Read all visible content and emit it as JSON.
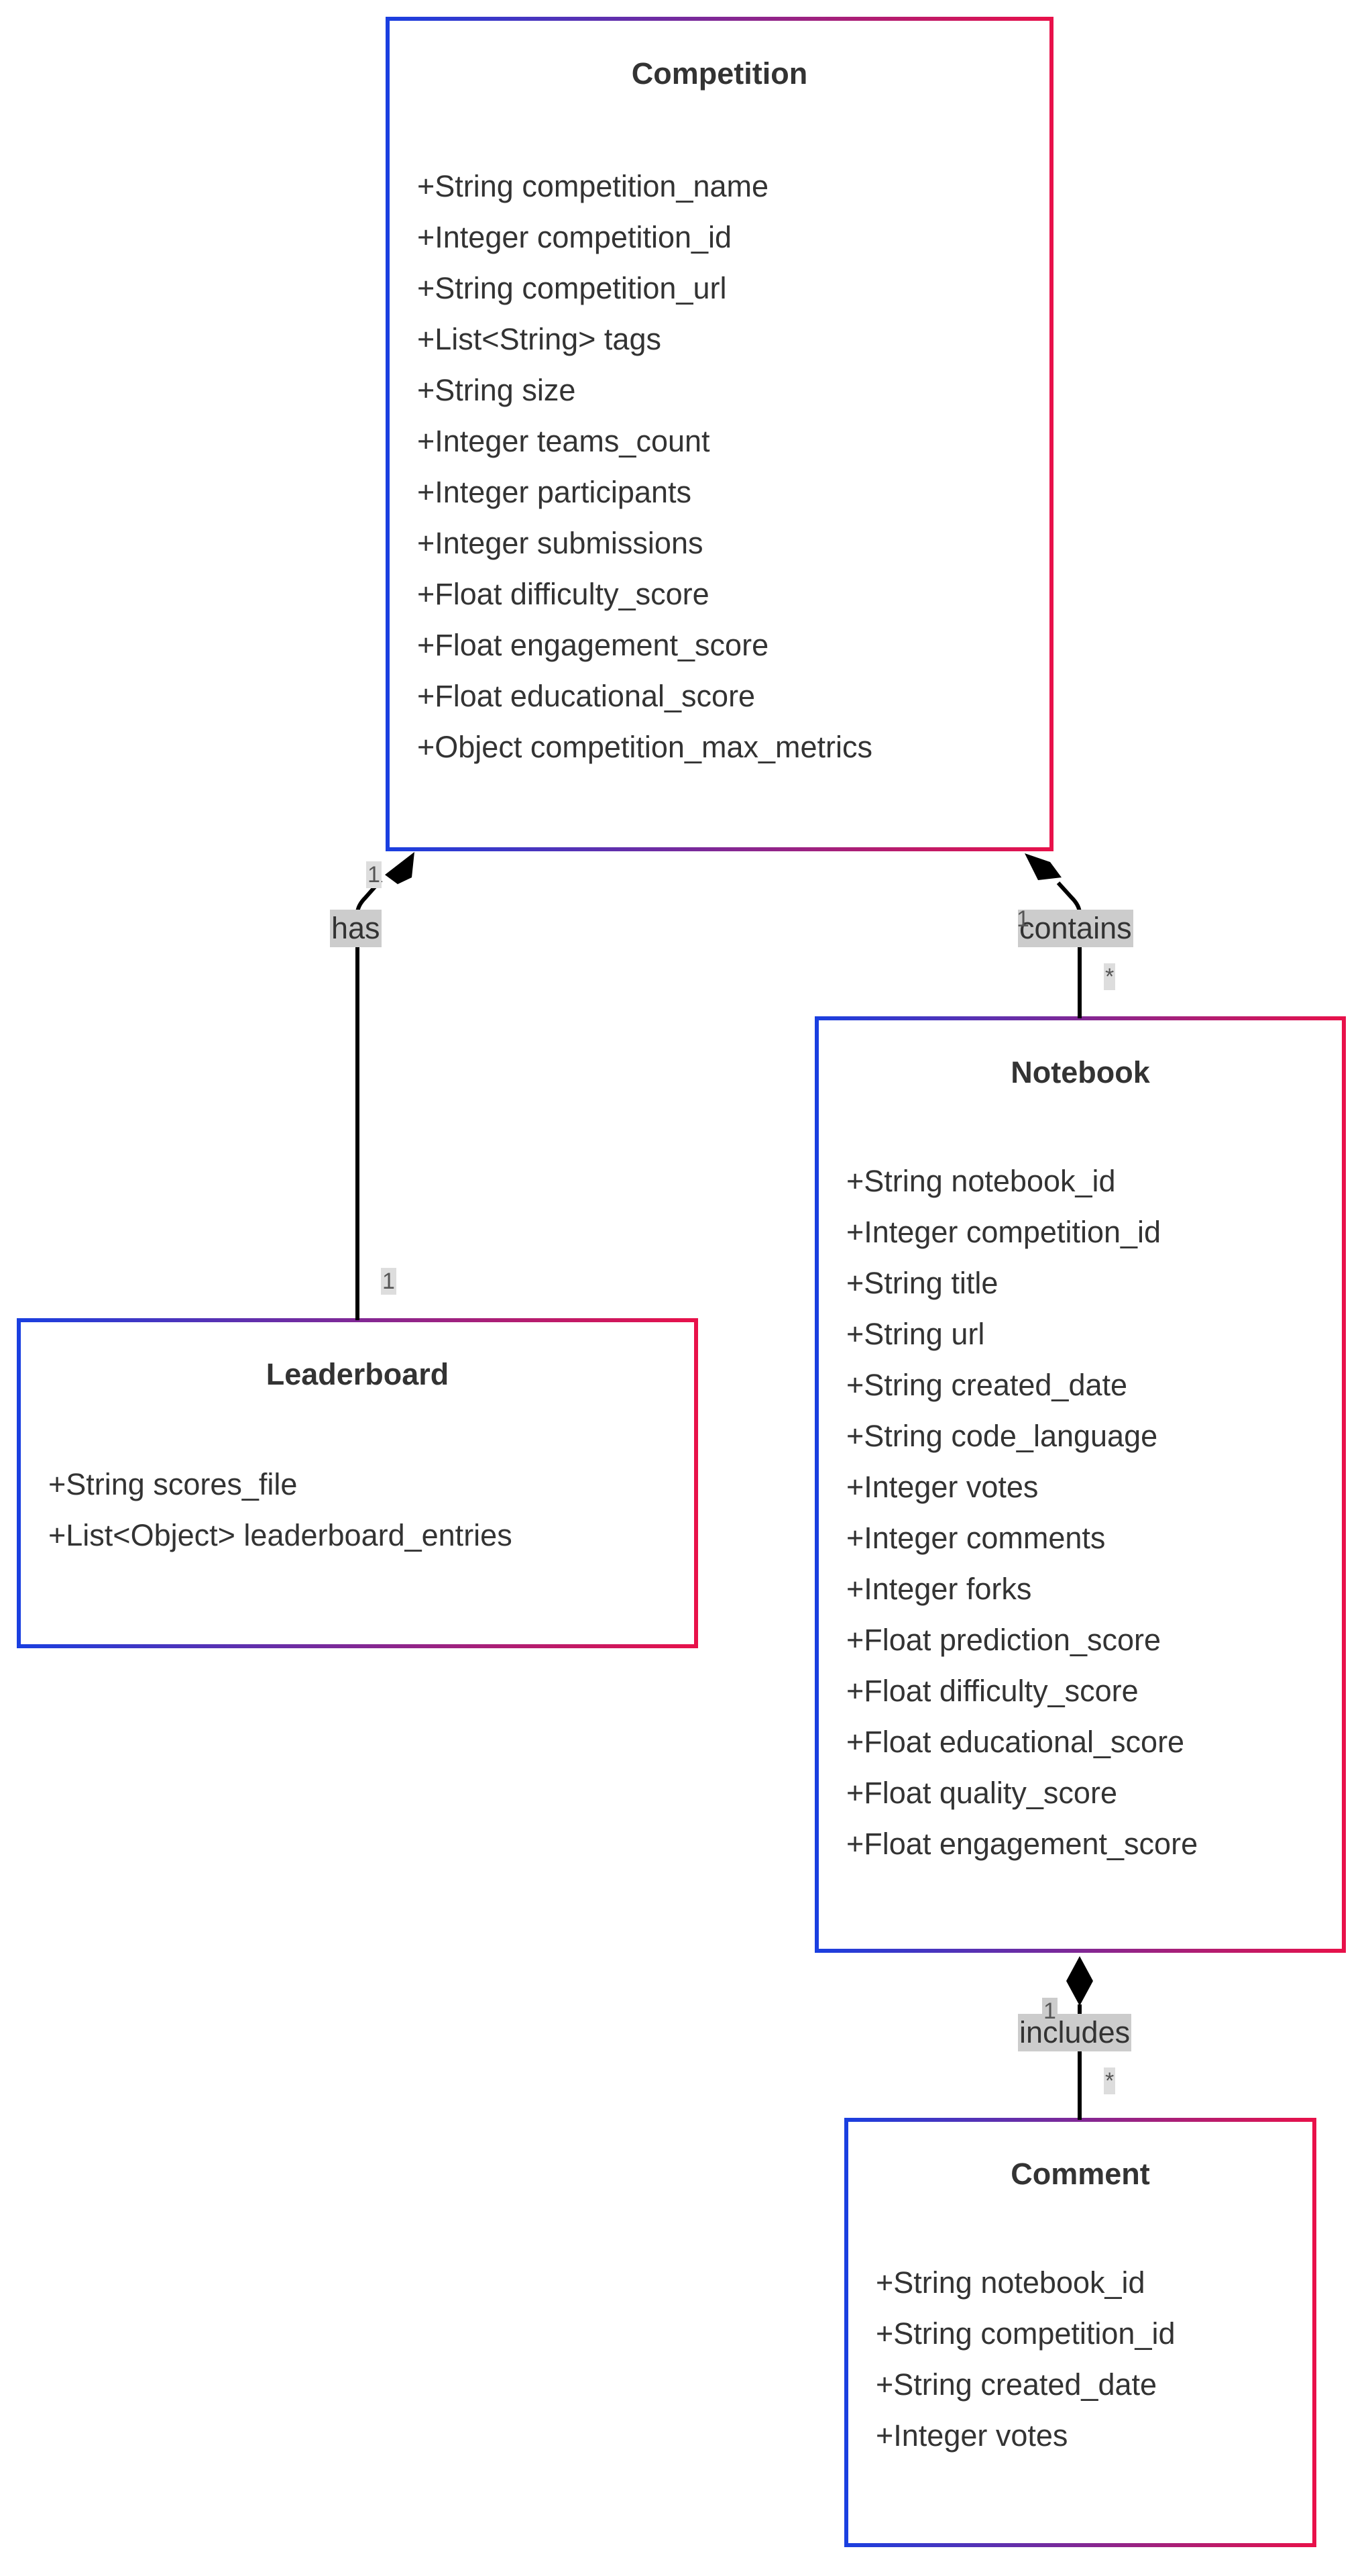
{
  "colors": {
    "gradient_start": "#1a3fe0",
    "gradient_end": "#e8114a",
    "line": "#000000",
    "label_bg": "#cccccc",
    "text": "#333333"
  },
  "classes": {
    "competition": {
      "name": "Competition",
      "attributes": [
        "+String competition_name",
        "+Integer competition_id",
        "+String competition_url",
        "+List<String> tags",
        "+String size",
        "+Integer teams_count",
        "+Integer participants",
        "+Integer submissions",
        "+Float difficulty_score",
        "+Float engagement_score",
        "+Float educational_score",
        "+Object competition_max_metrics"
      ]
    },
    "leaderboard": {
      "name": "Leaderboard",
      "attributes": [
        "+String scores_file",
        "+List<Object> leaderboard_entries"
      ]
    },
    "notebook": {
      "name": "Notebook",
      "attributes": [
        "+String notebook_id",
        "+Integer competition_id",
        "+String title",
        "+String url",
        "+String created_date",
        "+String code_language",
        "+Integer votes",
        "+Integer comments",
        "+Integer forks",
        "+Float prediction_score",
        "+Float difficulty_score",
        "+Float educational_score",
        "+Float quality_score",
        "+Float engagement_score"
      ]
    },
    "comment": {
      "name": "Comment",
      "attributes": [
        "+String notebook_id",
        "+String competition_id",
        "+String created_date",
        "+Integer votes"
      ]
    }
  },
  "relations": {
    "has": {
      "label": "has",
      "source_mult": "1",
      "target_mult": "1"
    },
    "contains": {
      "label": "contains",
      "source_mult": "1",
      "target_mult": "*"
    },
    "includes": {
      "label": "includes",
      "source_mult": "1",
      "target_mult": "*"
    }
  }
}
